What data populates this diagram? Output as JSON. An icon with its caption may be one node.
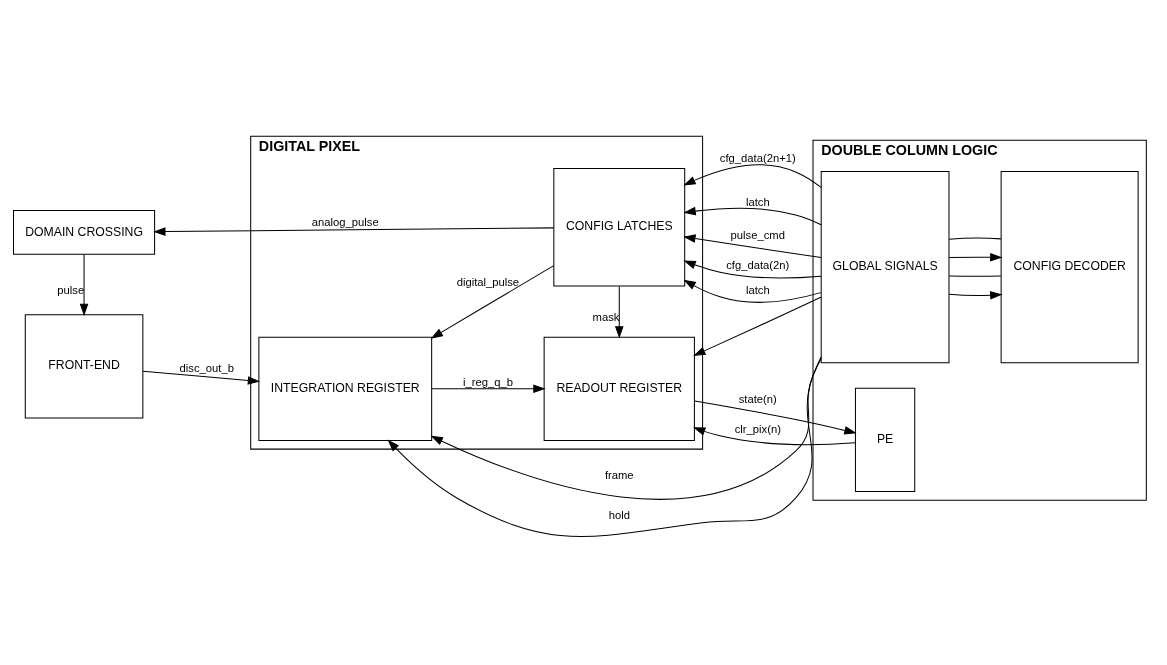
{
  "diagram": {
    "nodes": [
      {
        "text": [
          "DIGITAL PIXEL"
        ]
      },
      {
        "text": [
          "CONFIG LATCHES"
        ],
        "in": 0
      },
      {
        "text": [
          "INTEGRATION REGISTER"
        ],
        "in": 0
      },
      {
        "text": [
          "READOUT REGISTER"
        ],
        "in": 0
      },
      {
        "text": [
          "DOUBLE COLUMN LOGIC"
        ]
      },
      {
        "text": [
          "PE"
        ],
        "in": 4
      },
      {
        "text": [
          "GLOBAL SIGNALS"
        ],
        "in": 4
      },
      {
        "text": [
          "CONFIG DECODER"
        ],
        "in": 4
      },
      {
        "text": [
          "DOMAIN CROSSING"
        ]
      },
      {
        "text": [
          "FRONT-END"
        ]
      }
    ],
    "edges": [
      {
        "from": 1,
        "to": 8,
        "arrow": "to",
        "label": "analog_pulse"
      },
      {
        "from": 8,
        "to": 9,
        "arrow": "to",
        "label": "pulse"
      },
      {
        "from": 1,
        "to": 2,
        "arrow": "to",
        "label": "digital_pulse"
      },
      {
        "from": 6,
        "to": 1,
        "arrow": "to",
        "label": "cfg_data(2n+1)"
      },
      {
        "from": 6,
        "to": 7,
        "arrow": "to"
      },
      {
        "from": 6,
        "to": 1,
        "arrow": "to",
        "label": "latch"
      },
      {
        "from": 6,
        "to": 7,
        "arrow": "none"
      },
      {
        "from": 6,
        "to": 1,
        "arrow": "to",
        "label": "pulse_cmd"
      },
      {
        "from": 6,
        "to": 1,
        "arrow": "to",
        "label": "cfg_data(2n)"
      },
      {
        "from": 6,
        "to": 7,
        "arrow": "to"
      },
      {
        "from": 6,
        "to": 1,
        "arrow": "to",
        "label": "latch"
      },
      {
        "from": 6,
        "to": 7,
        "arrow": "none"
      },
      {
        "from": 1,
        "to": 3,
        "arrow": "to",
        "label": "mask"
      },
      {
        "from": 3,
        "to": 5,
        "arrow": "to",
        "label": "state(n)"
      },
      {
        "from": 5,
        "to": 3,
        "arrow": "to",
        "label": "clr_pix(n)"
      },
      {
        "from": 9,
        "to": 2,
        "arrow": "to",
        "label": "disc_out_b"
      },
      {
        "from": 2,
        "to": 3,
        "arrow": "to",
        "label": "i_reg_q_b"
      },
      {
        "from": 6,
        "to": 2,
        "arrow": "to",
        "label": "hold"
      },
      {
        "from": 6,
        "to": 2,
        "arrow": "to",
        "label": "frame"
      },
      {
        "from": 6,
        "to": 3,
        "arrow": "to"
      }
    ]
  }
}
